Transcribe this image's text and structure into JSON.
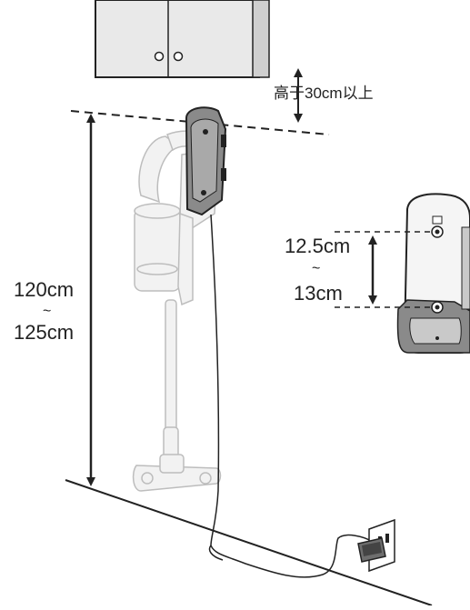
{
  "labels": {
    "clearance_above": "高于30cm以上",
    "mount_height_top": "120cm",
    "mount_height_tilde": "~",
    "mount_height_bottom": "125cm",
    "screw_spacing_top": "12.5cm",
    "screw_spacing_tilde": "~",
    "screw_spacing_bottom": "13cm"
  },
  "colors": {
    "line": "#222222",
    "cabinet_fill": "#e9e9e9",
    "bracket_fill": "#8a8a8a",
    "vacuum_stroke": "#bdbdbd",
    "vacuum_fill": "#f2f2f2"
  },
  "icons": {
    "cabinet": "wall-cabinet-icon",
    "vacuum": "stick-vacuum-icon",
    "bracket": "wall-bracket-icon",
    "outlet": "wall-outlet-icon",
    "charger": "charger-plug-icon"
  }
}
